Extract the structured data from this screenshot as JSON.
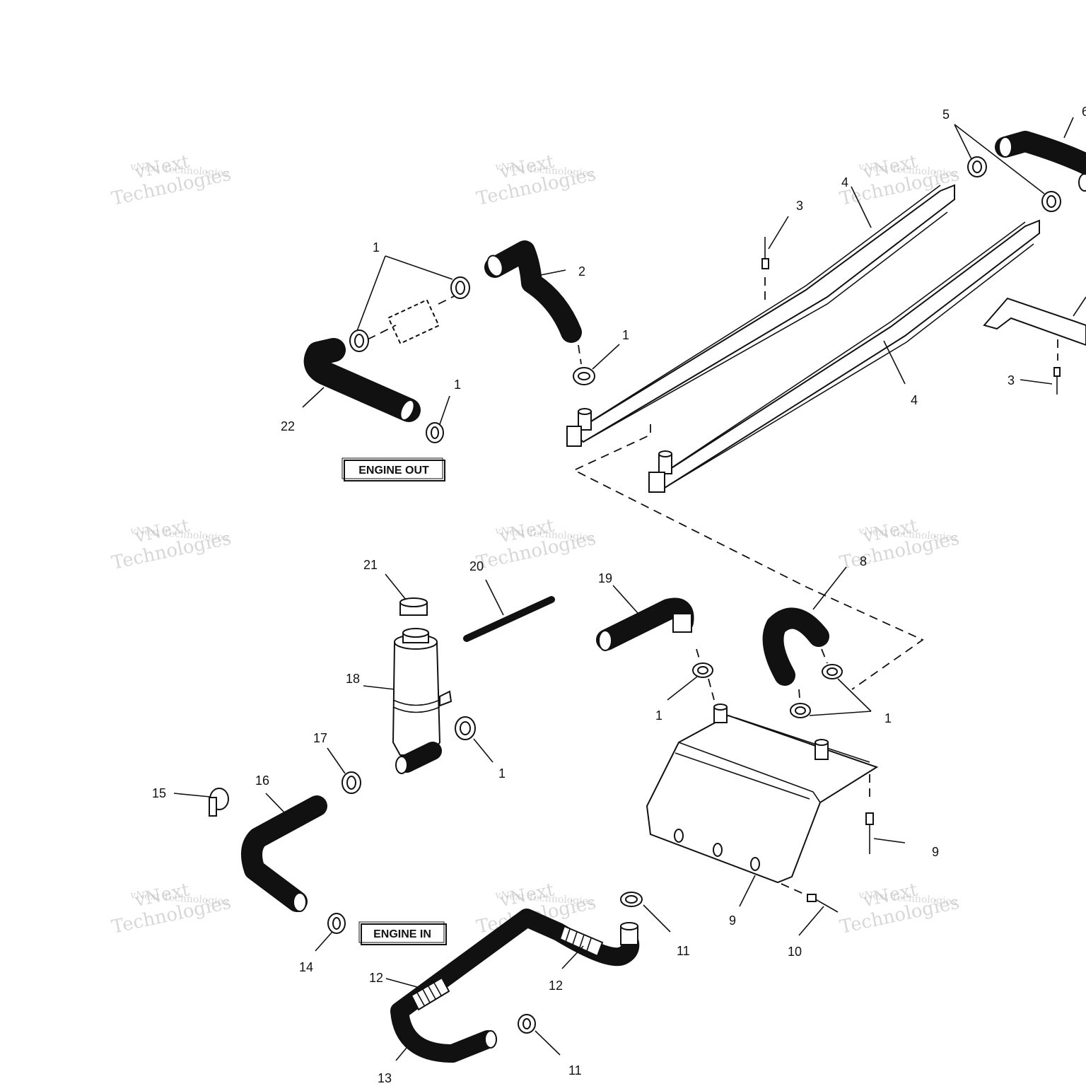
{
  "labels": {
    "engine_out": "ENGINE OUT",
    "engine_in": "ENGINE IN"
  },
  "watermark": {
    "line1": "vNext Technologies",
    "line2": "vNext",
    "line3": "Technologies"
  },
  "callouts": [
    {
      "id": "c1a",
      "text": "1"
    },
    {
      "id": "c2",
      "text": "2"
    },
    {
      "id": "c1b",
      "text": "1"
    },
    {
      "id": "c22",
      "text": "22"
    },
    {
      "id": "c1c",
      "text": "1"
    },
    {
      "id": "c3a",
      "text": "3"
    },
    {
      "id": "c4a",
      "text": "4"
    },
    {
      "id": "c5",
      "text": "5"
    },
    {
      "id": "c6",
      "text": "6"
    },
    {
      "id": "c4b",
      "text": "4"
    },
    {
      "id": "c3b",
      "text": "3"
    },
    {
      "id": "c21",
      "text": "21"
    },
    {
      "id": "c20",
      "text": "20"
    },
    {
      "id": "c19",
      "text": "19"
    },
    {
      "id": "c8",
      "text": "8"
    },
    {
      "id": "c18",
      "text": "18"
    },
    {
      "id": "c1d",
      "text": "1"
    },
    {
      "id": "c1e",
      "text": "1"
    },
    {
      "id": "c1f",
      "text": "1"
    },
    {
      "id": "c17",
      "text": "17"
    },
    {
      "id": "c15",
      "text": "15"
    },
    {
      "id": "c16",
      "text": "16"
    },
    {
      "id": "c9a",
      "text": "9"
    },
    {
      "id": "c9b",
      "text": "9"
    },
    {
      "id": "c10",
      "text": "10"
    },
    {
      "id": "c11a",
      "text": "11"
    },
    {
      "id": "c12a",
      "text": "12"
    },
    {
      "id": "c12b",
      "text": "12"
    },
    {
      "id": "c14",
      "text": "14"
    },
    {
      "id": "c13",
      "text": "13"
    },
    {
      "id": "c11b",
      "text": "11"
    }
  ]
}
